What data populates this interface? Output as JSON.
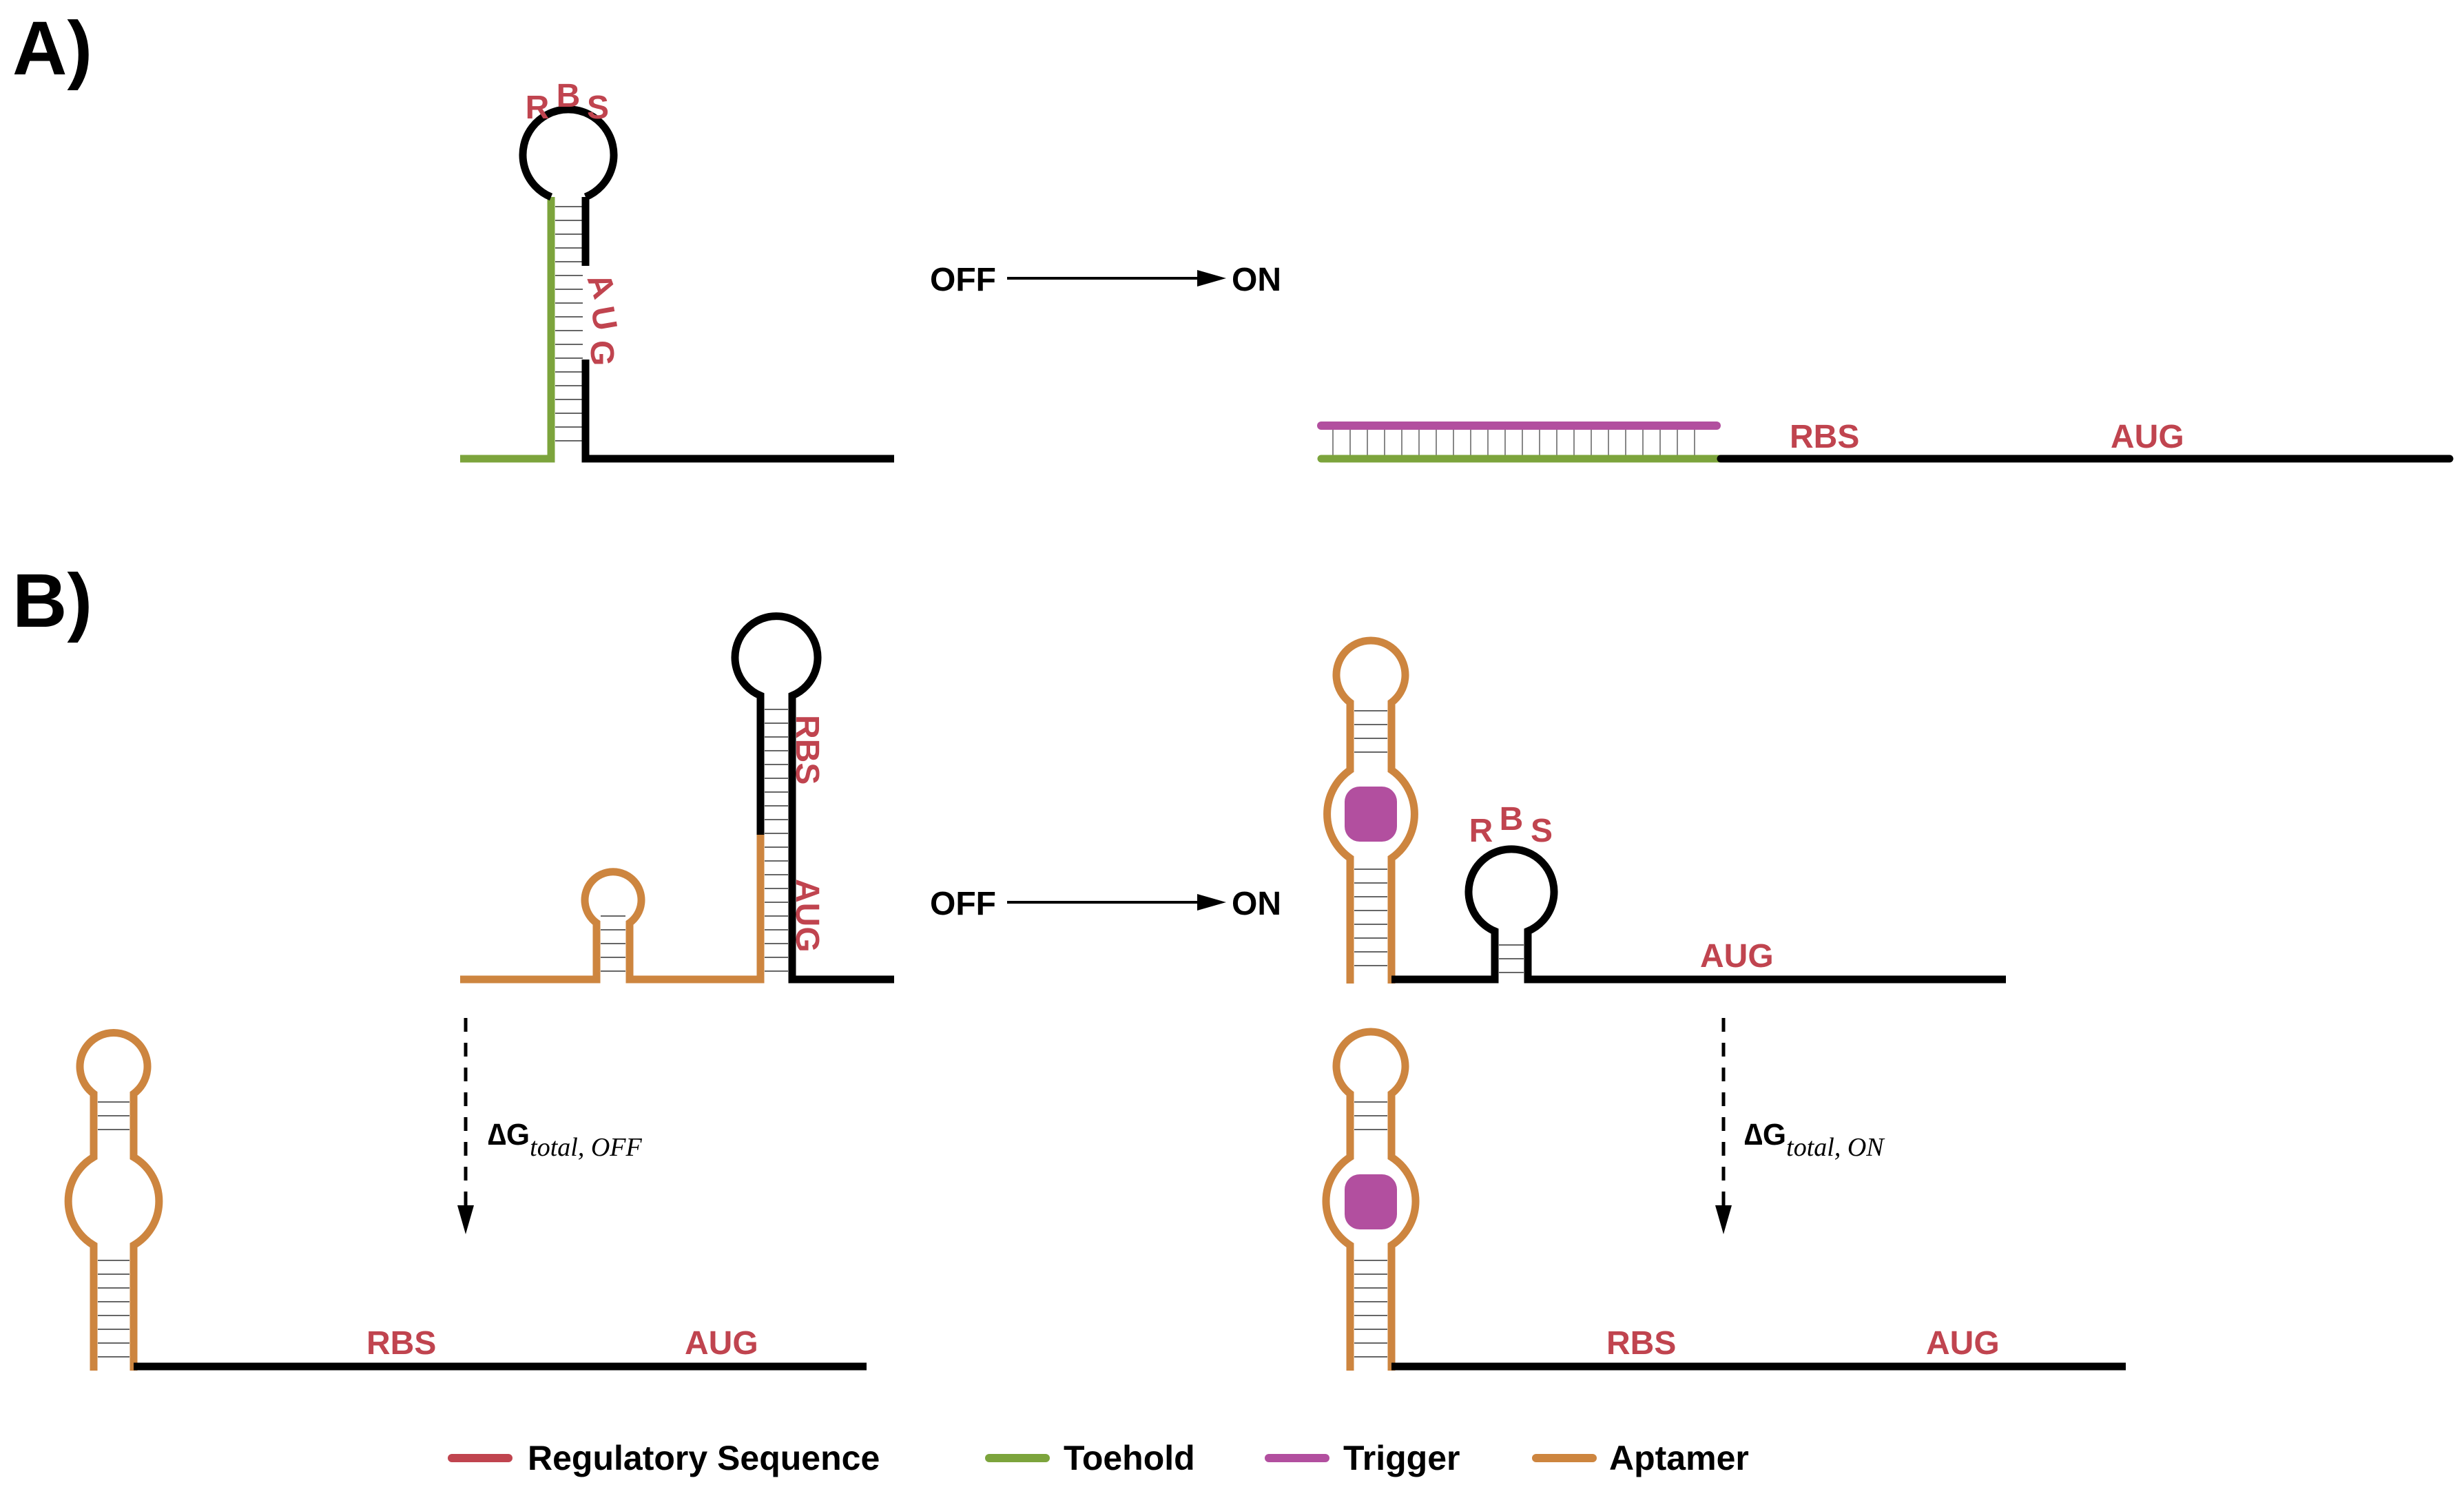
{
  "panels": {
    "a_label": "A)",
    "b_label": "B)"
  },
  "states": {
    "off": "OFF",
    "on": "ON"
  },
  "regions": {
    "rbs": "RBS",
    "rbs_letters": [
      "R",
      "B",
      "S"
    ],
    "aug": "AUG",
    "aug_letters": [
      "A",
      "U",
      "G"
    ]
  },
  "energy": {
    "symbol": "∆G",
    "off_subscript": "total, OFF",
    "on_subscript": "total, ON"
  },
  "legend": [
    {
      "label": "Regulatory Sequence",
      "color": "#c0444f"
    },
    {
      "label": "Toehold",
      "color": "#7ca43c"
    },
    {
      "label": "Trigger",
      "color": "#b24f9f"
    },
    {
      "label": "Aptamer",
      "color": "#cd853f"
    }
  ],
  "colors": {
    "strand": "#000000",
    "regulatory": "#c0444f",
    "toehold": "#7ca43c",
    "trigger": "#b24f9f",
    "aptamer": "#cd853f",
    "ligand": "#b24f9f"
  }
}
